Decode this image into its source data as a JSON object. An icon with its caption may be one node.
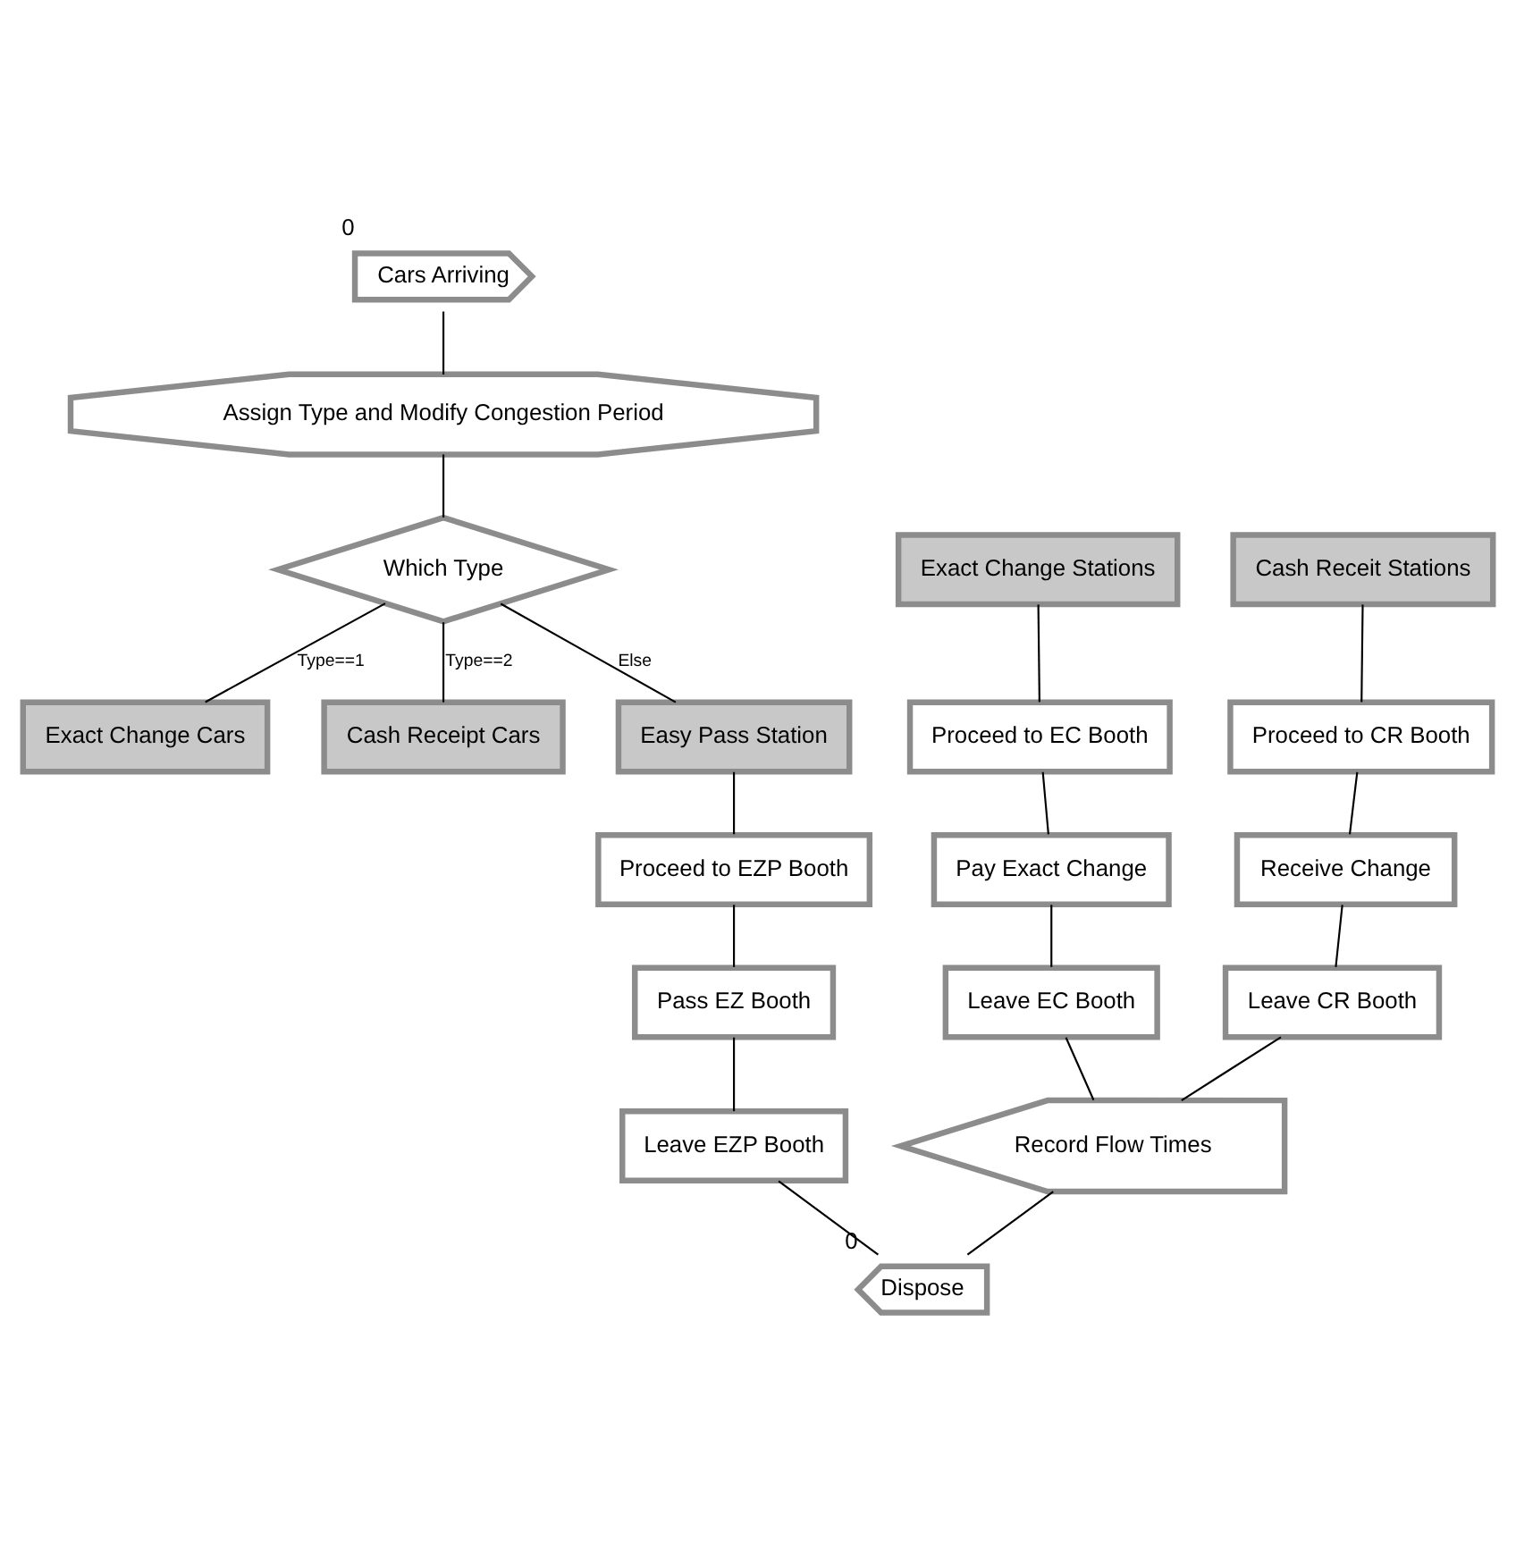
{
  "diagram": {
    "nodes": [
      {
        "text": [
          "Cars Arriving"
        ],
        "beside": [
          "0"
        ]
      },
      {
        "text": [
          "Assign Type and Modify Congestion Period"
        ]
      },
      {
        "text": [
          "Exact Change Stations"
        ]
      },
      {
        "text": [
          "Cash Receit Stations"
        ]
      },
      {
        "text": [
          "Proceed to EC Booth"
        ]
      },
      {
        "text": [
          "Proceed to CR Booth"
        ]
      },
      {
        "text": [
          "Which Type"
        ]
      },
      {
        "text": [
          "Exact Change Cars"
        ]
      },
      {
        "text": [
          "Pay Exact Change"
        ]
      },
      {
        "text": [
          "Receive Change"
        ]
      },
      {
        "text": [
          "Leave EC Booth"
        ]
      },
      {
        "text": [
          "Leave CR Booth"
        ]
      },
      {
        "text": [
          "Cash Receipt Cars"
        ]
      },
      {
        "text": [
          "Record Flow Times"
        ]
      },
      {
        "text": [
          "Easy Pass Station"
        ]
      },
      {
        "text": [
          "Proceed to EZP Booth"
        ]
      },
      {
        "text": [
          "Pass EZ Booth"
        ]
      },
      {
        "text": [
          "Leave EZP Booth"
        ]
      },
      {
        "text": [
          "Dispose"
        ],
        "beside": [
          "0"
        ]
      }
    ],
    "edges": [
      {
        "from": 0,
        "to": 1,
        "arrow": "none"
      },
      {
        "from": 1,
        "to": 6,
        "arrow": "none"
      },
      {
        "from": 6,
        "to": 7,
        "arrow": "none",
        "label": "Type==1"
      },
      {
        "from": 6,
        "to": 12,
        "arrow": "none",
        "label": "Type==2"
      },
      {
        "from": 6,
        "to": 14,
        "arrow": "none",
        "label": "Else"
      },
      {
        "from": 2,
        "to": 4,
        "arrow": "none"
      },
      {
        "from": 4,
        "to": 8,
        "arrow": "none"
      },
      {
        "from": 8,
        "to": 10,
        "arrow": "none"
      },
      {
        "from": 10,
        "to": 13,
        "arrow": "none"
      },
      {
        "from": 3,
        "to": 5,
        "arrow": "none"
      },
      {
        "from": 5,
        "to": 9,
        "arrow": "none"
      },
      {
        "from": 9,
        "to": 11,
        "arrow": "none"
      },
      {
        "from": 11,
        "to": 13,
        "arrow": "none"
      },
      {
        "from": 13,
        "to": 18,
        "arrow": "none"
      },
      {
        "from": 14,
        "to": 15,
        "arrow": "none"
      },
      {
        "from": 15,
        "to": 16,
        "arrow": "none"
      },
      {
        "from": 16,
        "to": 17,
        "arrow": "none"
      },
      {
        "from": 17,
        "to": 18,
        "arrow": "none"
      }
    ]
  }
}
